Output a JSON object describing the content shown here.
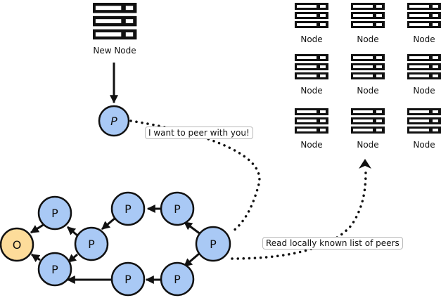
{
  "colors": {
    "peer_fill": "#a9c9f5",
    "origin_fill": "#fddc9a",
    "stroke": "#111111"
  },
  "new_node": {
    "label": "New Node",
    "peer_letter": "P"
  },
  "callouts": {
    "peer_request": "I want to peer with you!",
    "read_list": "Read locally known list of peers"
  },
  "known_nodes": {
    "labels": [
      "Node",
      "Node",
      "Node",
      "Node",
      "Node",
      "Node",
      "Node",
      "Node",
      "Node"
    ]
  },
  "network": {
    "origin_letter": "O",
    "peer_letter": "P"
  }
}
